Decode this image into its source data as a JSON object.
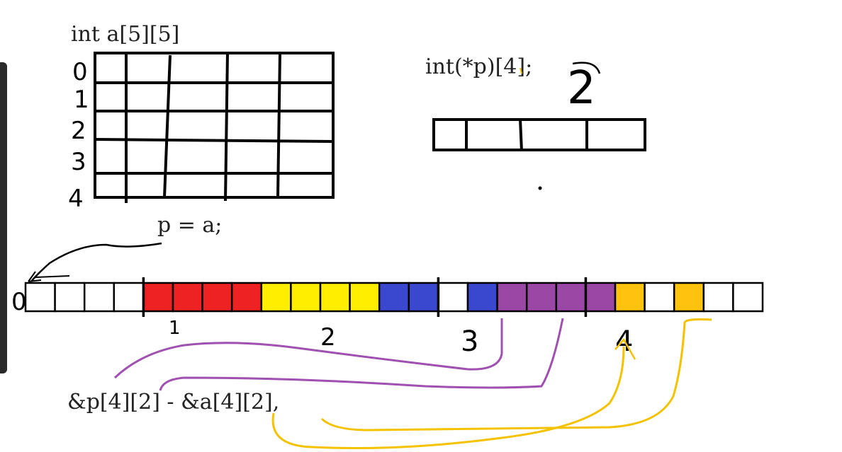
{
  "code": {
    "decl_a": "int a[5][5]",
    "decl_p": "int(*p)[4];",
    "assign": "p = a;",
    "expr": "&p[4][2] - &a[4][2],"
  },
  "annotations": {
    "row_labels": [
      "0",
      "1",
      "2",
      "3",
      "4"
    ],
    "p_row_count": "2",
    "memory_group_labels": [
      "0",
      "1",
      "2",
      "3",
      "4"
    ]
  },
  "memory": {
    "cell_colors": [
      "#ffffff",
      "#ffffff",
      "#ffffff",
      "#ffffff",
      "#ee2222",
      "#ee2222",
      "#ee2222",
      "#ee2222",
      "#ffee00",
      "#ffee00",
      "#ffee00",
      "#ffee00",
      "#3a48d0",
      "#3a48d0",
      "#ffffff",
      "#3a48d0",
      "#9b47a6",
      "#9b47a6",
      "#9b47a6",
      "#9b47a6",
      "#ffc20e",
      "#ffffff",
      "#ffc20e",
      "#ffffff",
      "#ffffff"
    ]
  },
  "colors": {
    "red": "#ee2222",
    "yellow": "#ffee00",
    "blue": "#3a48d0",
    "purple": "#9b47a6",
    "orange": "#ffc20e",
    "arrow_purple": "#a050b0",
    "arrow_yellow": "#f5c200"
  }
}
